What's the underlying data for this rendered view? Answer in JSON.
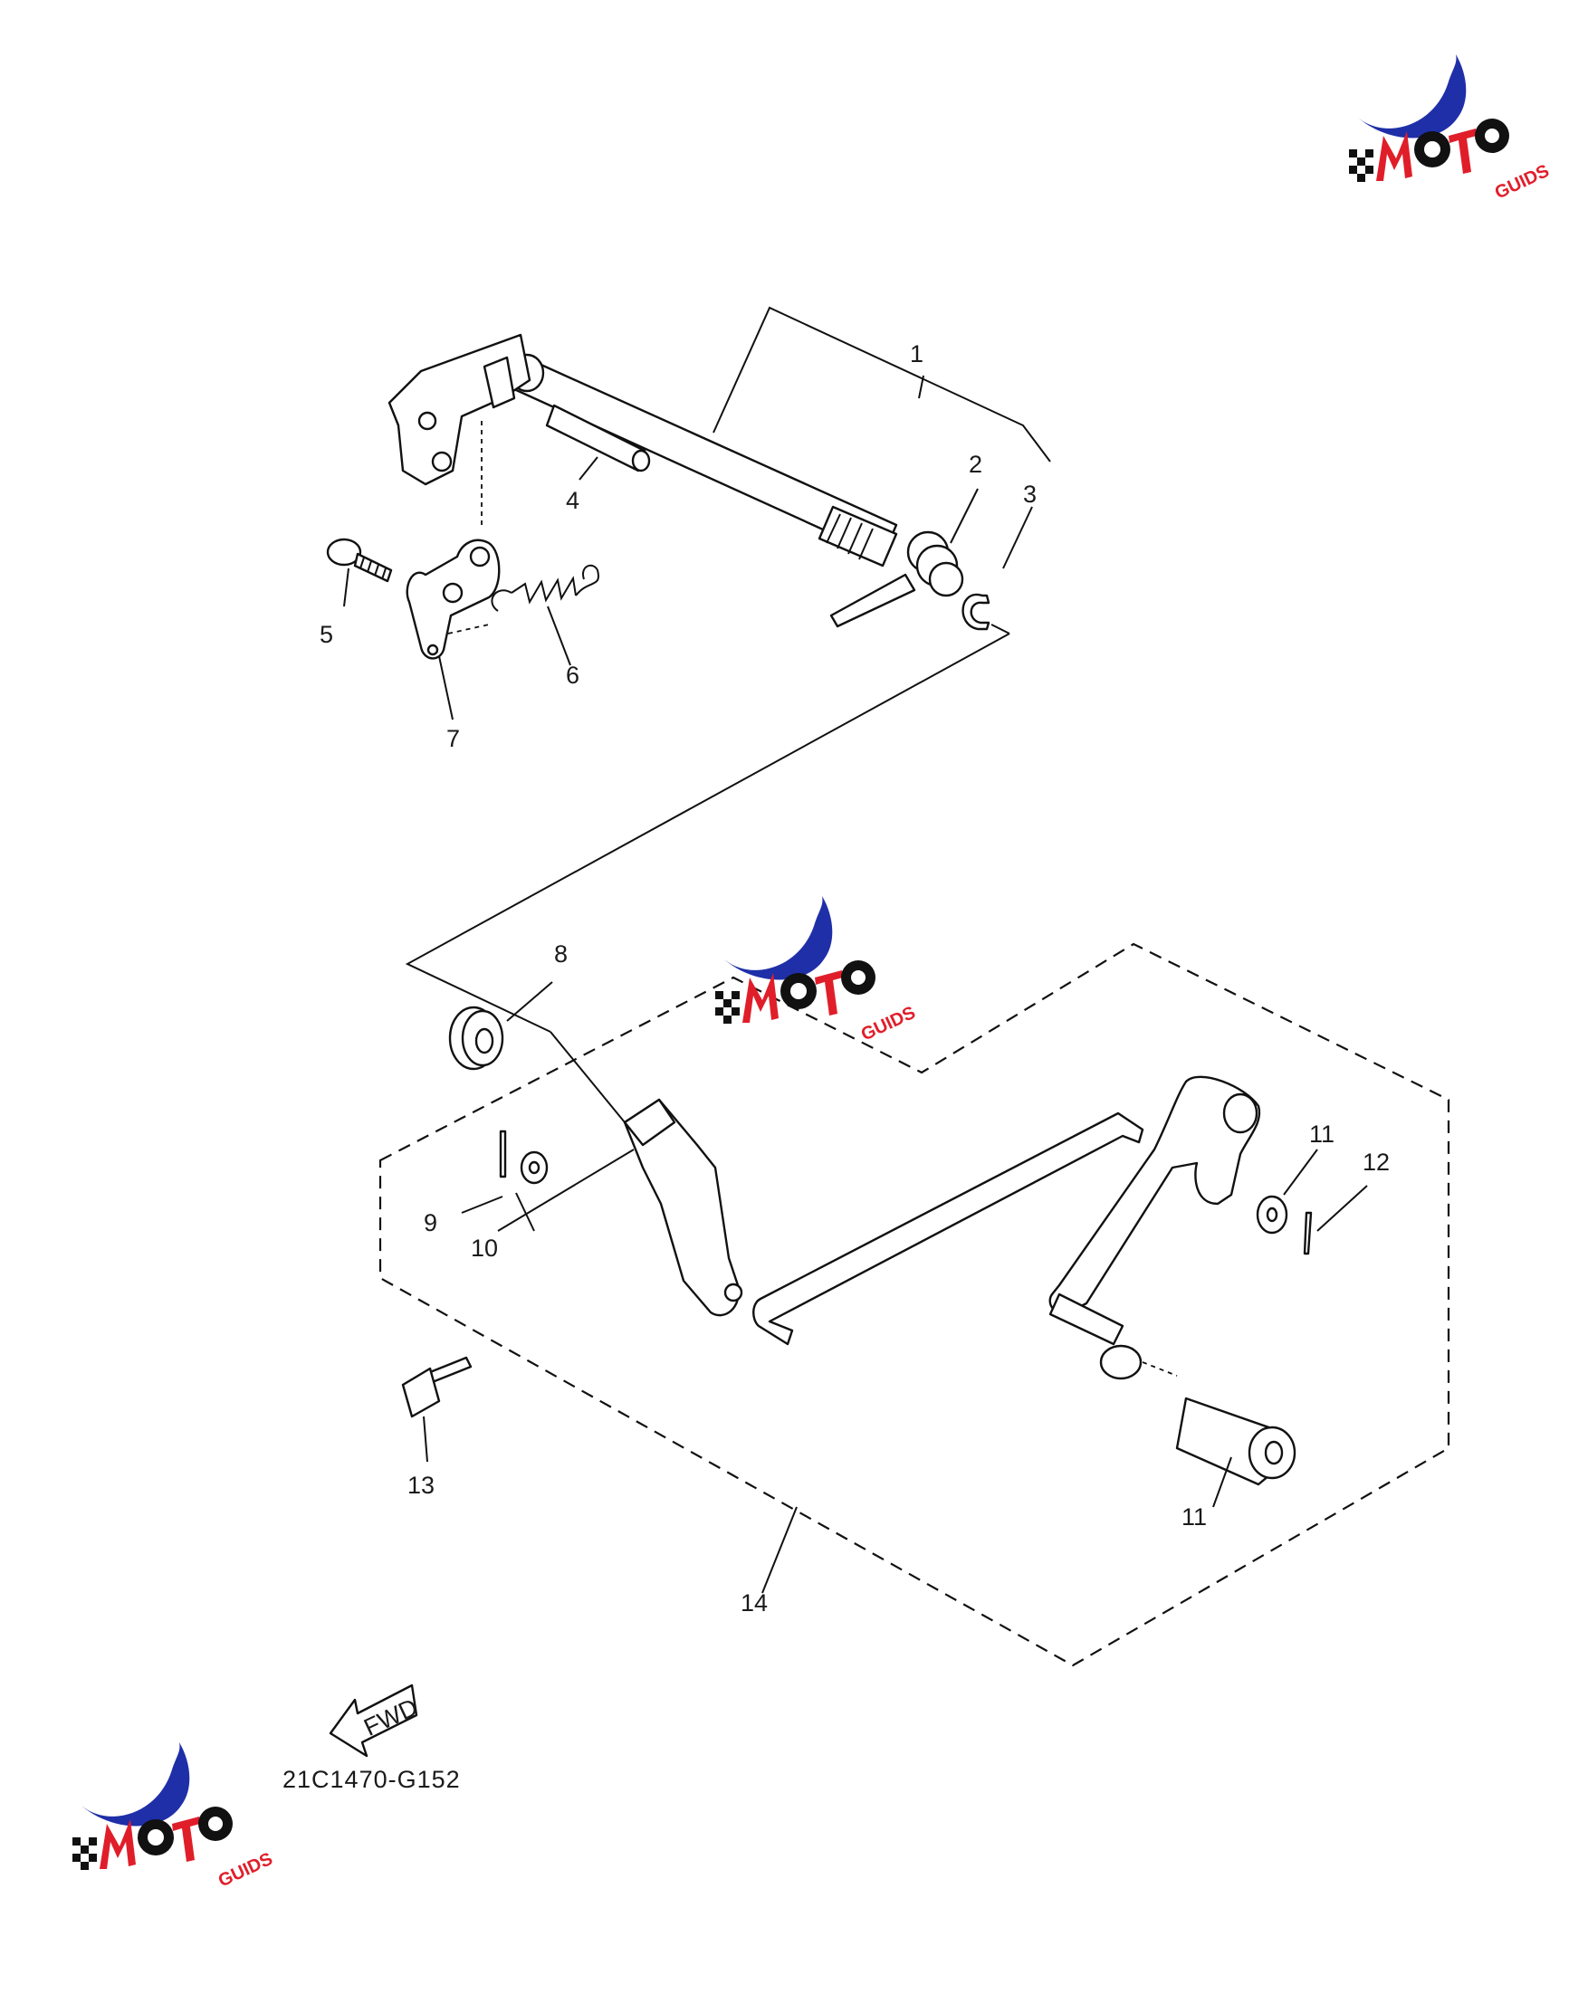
{
  "drawing_code": "21C1470-G152",
  "fwd_label": "FWD",
  "logo": {
    "text": "MOTO",
    "suffix": "GUIDS",
    "colors": {
      "red": "#e01e2a",
      "blue": "#1f2fa8",
      "dark": "#111111"
    }
  },
  "callouts": [
    "1",
    "2",
    "3",
    "4",
    "5",
    "6",
    "7",
    "8",
    "9",
    "10",
    "11",
    "12",
    "13",
    "11",
    "14"
  ]
}
